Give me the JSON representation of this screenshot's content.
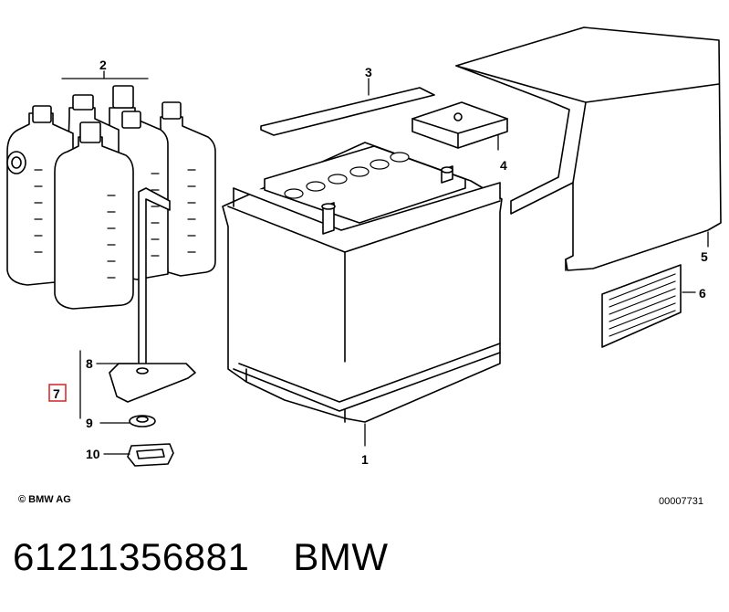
{
  "diagram": {
    "callouts": [
      {
        "id": "p1",
        "text": "1"
      },
      {
        "id": "p2",
        "text": "2"
      },
      {
        "id": "p3",
        "text": "3"
      },
      {
        "id": "p4",
        "text": "4"
      },
      {
        "id": "p5",
        "text": "5"
      },
      {
        "id": "p6",
        "text": "6"
      },
      {
        "id": "p7",
        "text": "7",
        "highlighted": true
      },
      {
        "id": "p8",
        "text": "8"
      },
      {
        "id": "p9",
        "text": "9"
      },
      {
        "id": "p10",
        "text": "10"
      }
    ],
    "copyright": "© BMW AG",
    "diagram_number": "00007731"
  },
  "footer": {
    "part_number": "61211356881",
    "brand": "BMW"
  },
  "colors": {
    "highlight": "#d62020",
    "line": "#000000",
    "background": "#ffffff"
  }
}
